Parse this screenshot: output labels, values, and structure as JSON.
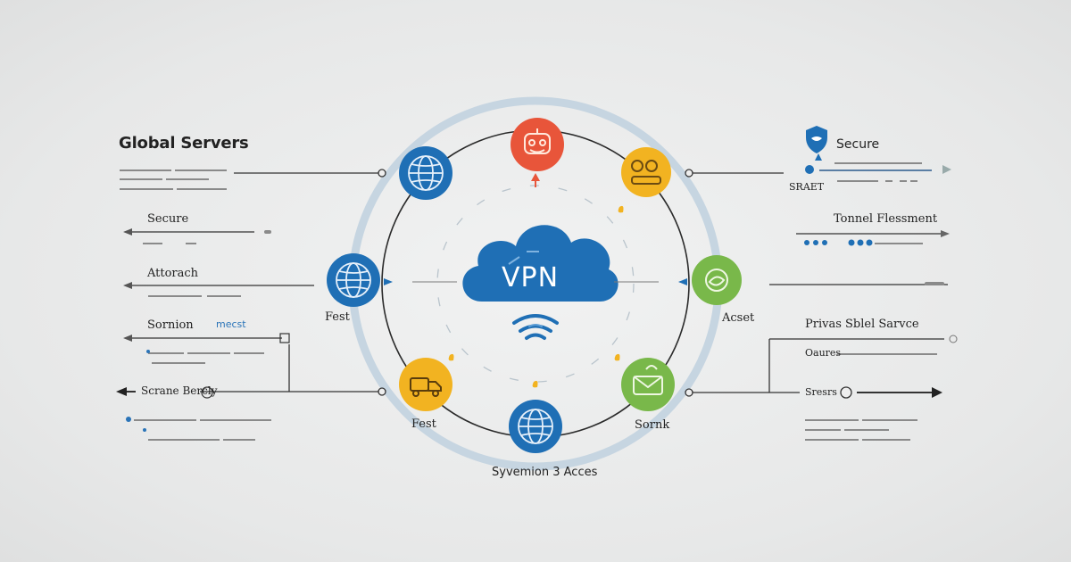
{
  "left": {
    "title": "Global Servers",
    "rows": [
      "Secure",
      "Attorach",
      "Sornion",
      "Scrane Bercly"
    ],
    "sornion_tag": "mecst",
    "fest_node_label": "Fest"
  },
  "right": {
    "title": "Secure",
    "sub": "SRAET",
    "rows": [
      "Tonnel Flessment",
      "Privas Sblel Sarvce",
      "Oaures",
      "Sresrs"
    ]
  },
  "hub": {
    "label": "VPN",
    "ring_labels": {
      "fast": "Fest",
      "asset": "Acset",
      "sonk": "Sornk"
    },
    "bottom_caption": "Syvemion 3 Acces"
  },
  "colors": {
    "blue": "#1f6fb5",
    "red": "#e8553a",
    "yellow": "#f2b321",
    "green": "#79b84a",
    "ring": "#c9d7e3",
    "line": "#2f2f2f"
  },
  "icons": {
    "top": "robot-face-icon",
    "top-right": "coins-icon",
    "right": "shield-leaf-icon",
    "bottom-right": "envelope-leaf-icon",
    "bottom": "globe-icon",
    "bottom-left": "truck-icon",
    "left": "globe-icon",
    "top-left": "globe-icon"
  }
}
